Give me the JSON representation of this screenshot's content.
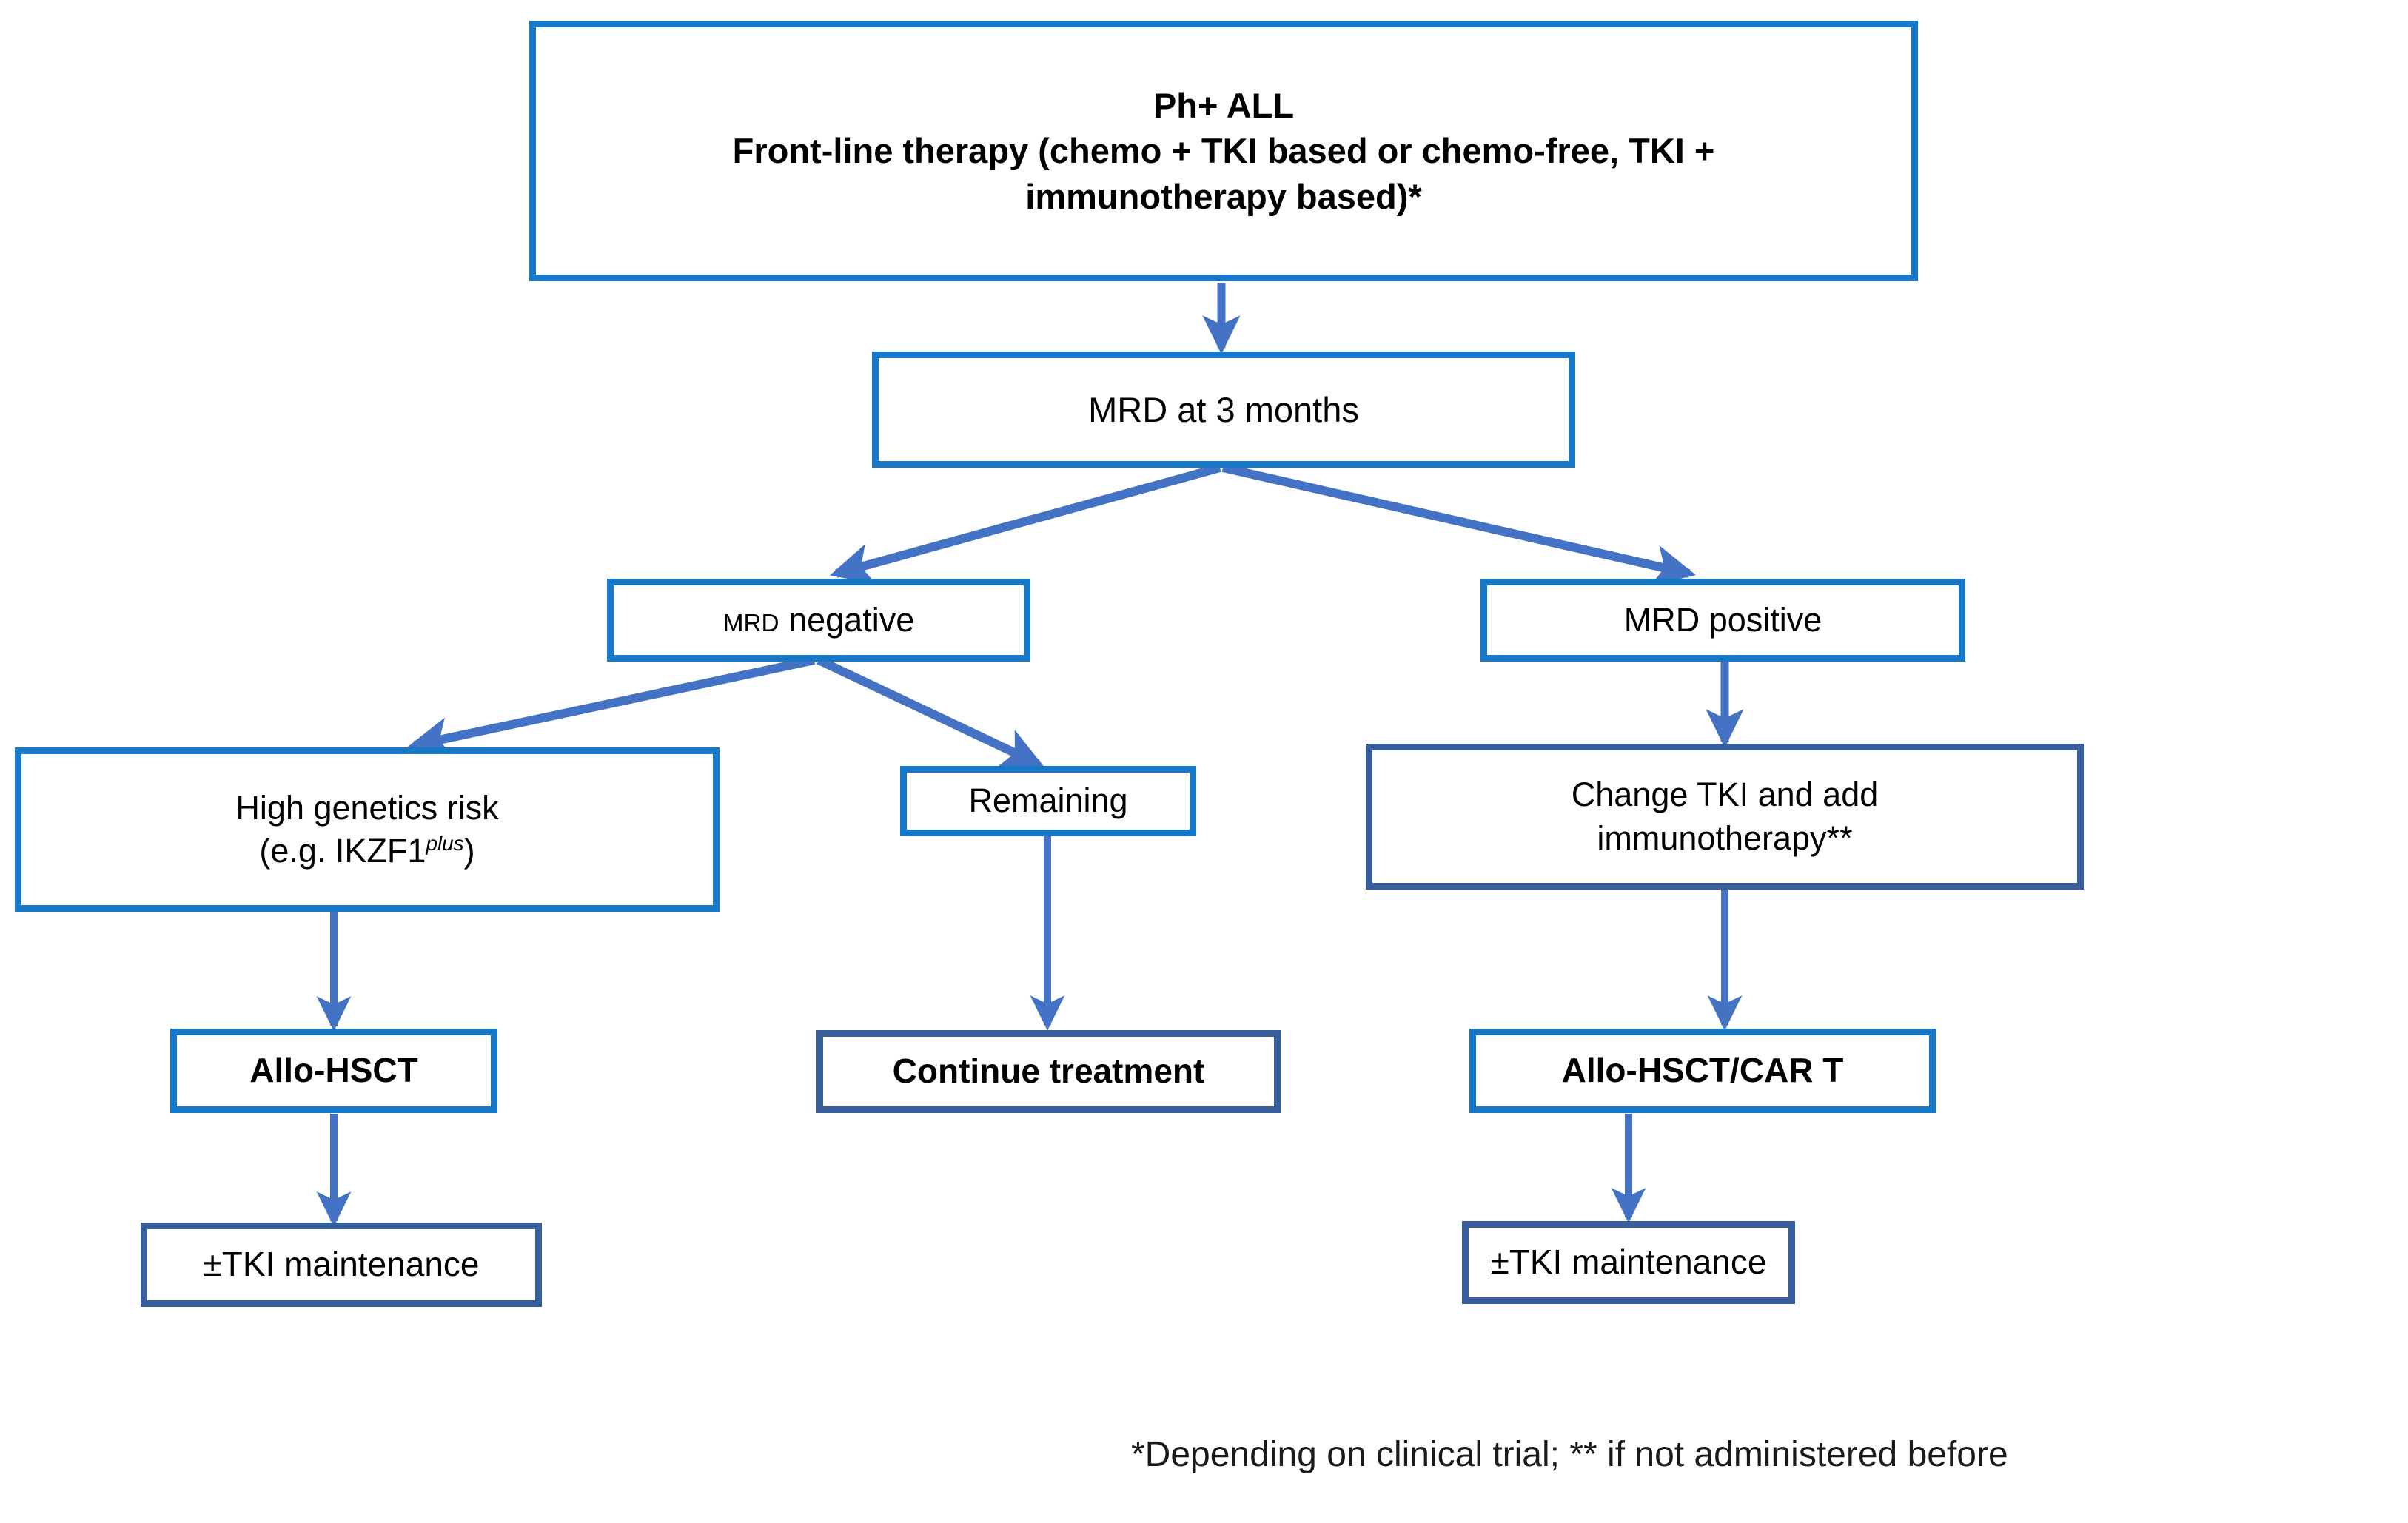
{
  "diagram": {
    "title_flow": "Ph+ ALL treatment algorithm",
    "accent_blue": "#1878c8",
    "accent_navy": "#365f9c",
    "arrow_color": "#4472c4",
    "nodes": {
      "front_line": {
        "line1": "Ph+ ALL",
        "line2": "Front-line therapy (chemo + TKI based or chemo-free, TKI +",
        "line3": "immunotherapy based)*"
      },
      "mrd_assessment": {
        "label": "MRD at 3 months"
      },
      "mrd_negative": {
        "prefix": "MRD",
        "label": " negative"
      },
      "mrd_positive": {
        "label": "MRD positive"
      },
      "high_risk": {
        "line1": "High genetics risk",
        "line2_pre": "(e.g. IKZF1",
        "line2_sup": "plus",
        "line2_post": ")"
      },
      "remaining": {
        "label": "Remaining"
      },
      "change_tki": {
        "line1": "Change TKI and add",
        "line2": "immunotherapy**"
      },
      "allo_hsct": {
        "label": "Allo-HSCT"
      },
      "continue_treatment": {
        "label": "Continue treatment"
      },
      "allo_hsct_car_t": {
        "label": "Allo-HSCT/CAR T"
      },
      "tki_maintenance_left": {
        "label": "±TKI maintenance"
      },
      "tki_maintenance_right": {
        "label": "±TKI maintenance"
      }
    },
    "footnote": "*Depending on clinical trial; ** if not administered before"
  }
}
